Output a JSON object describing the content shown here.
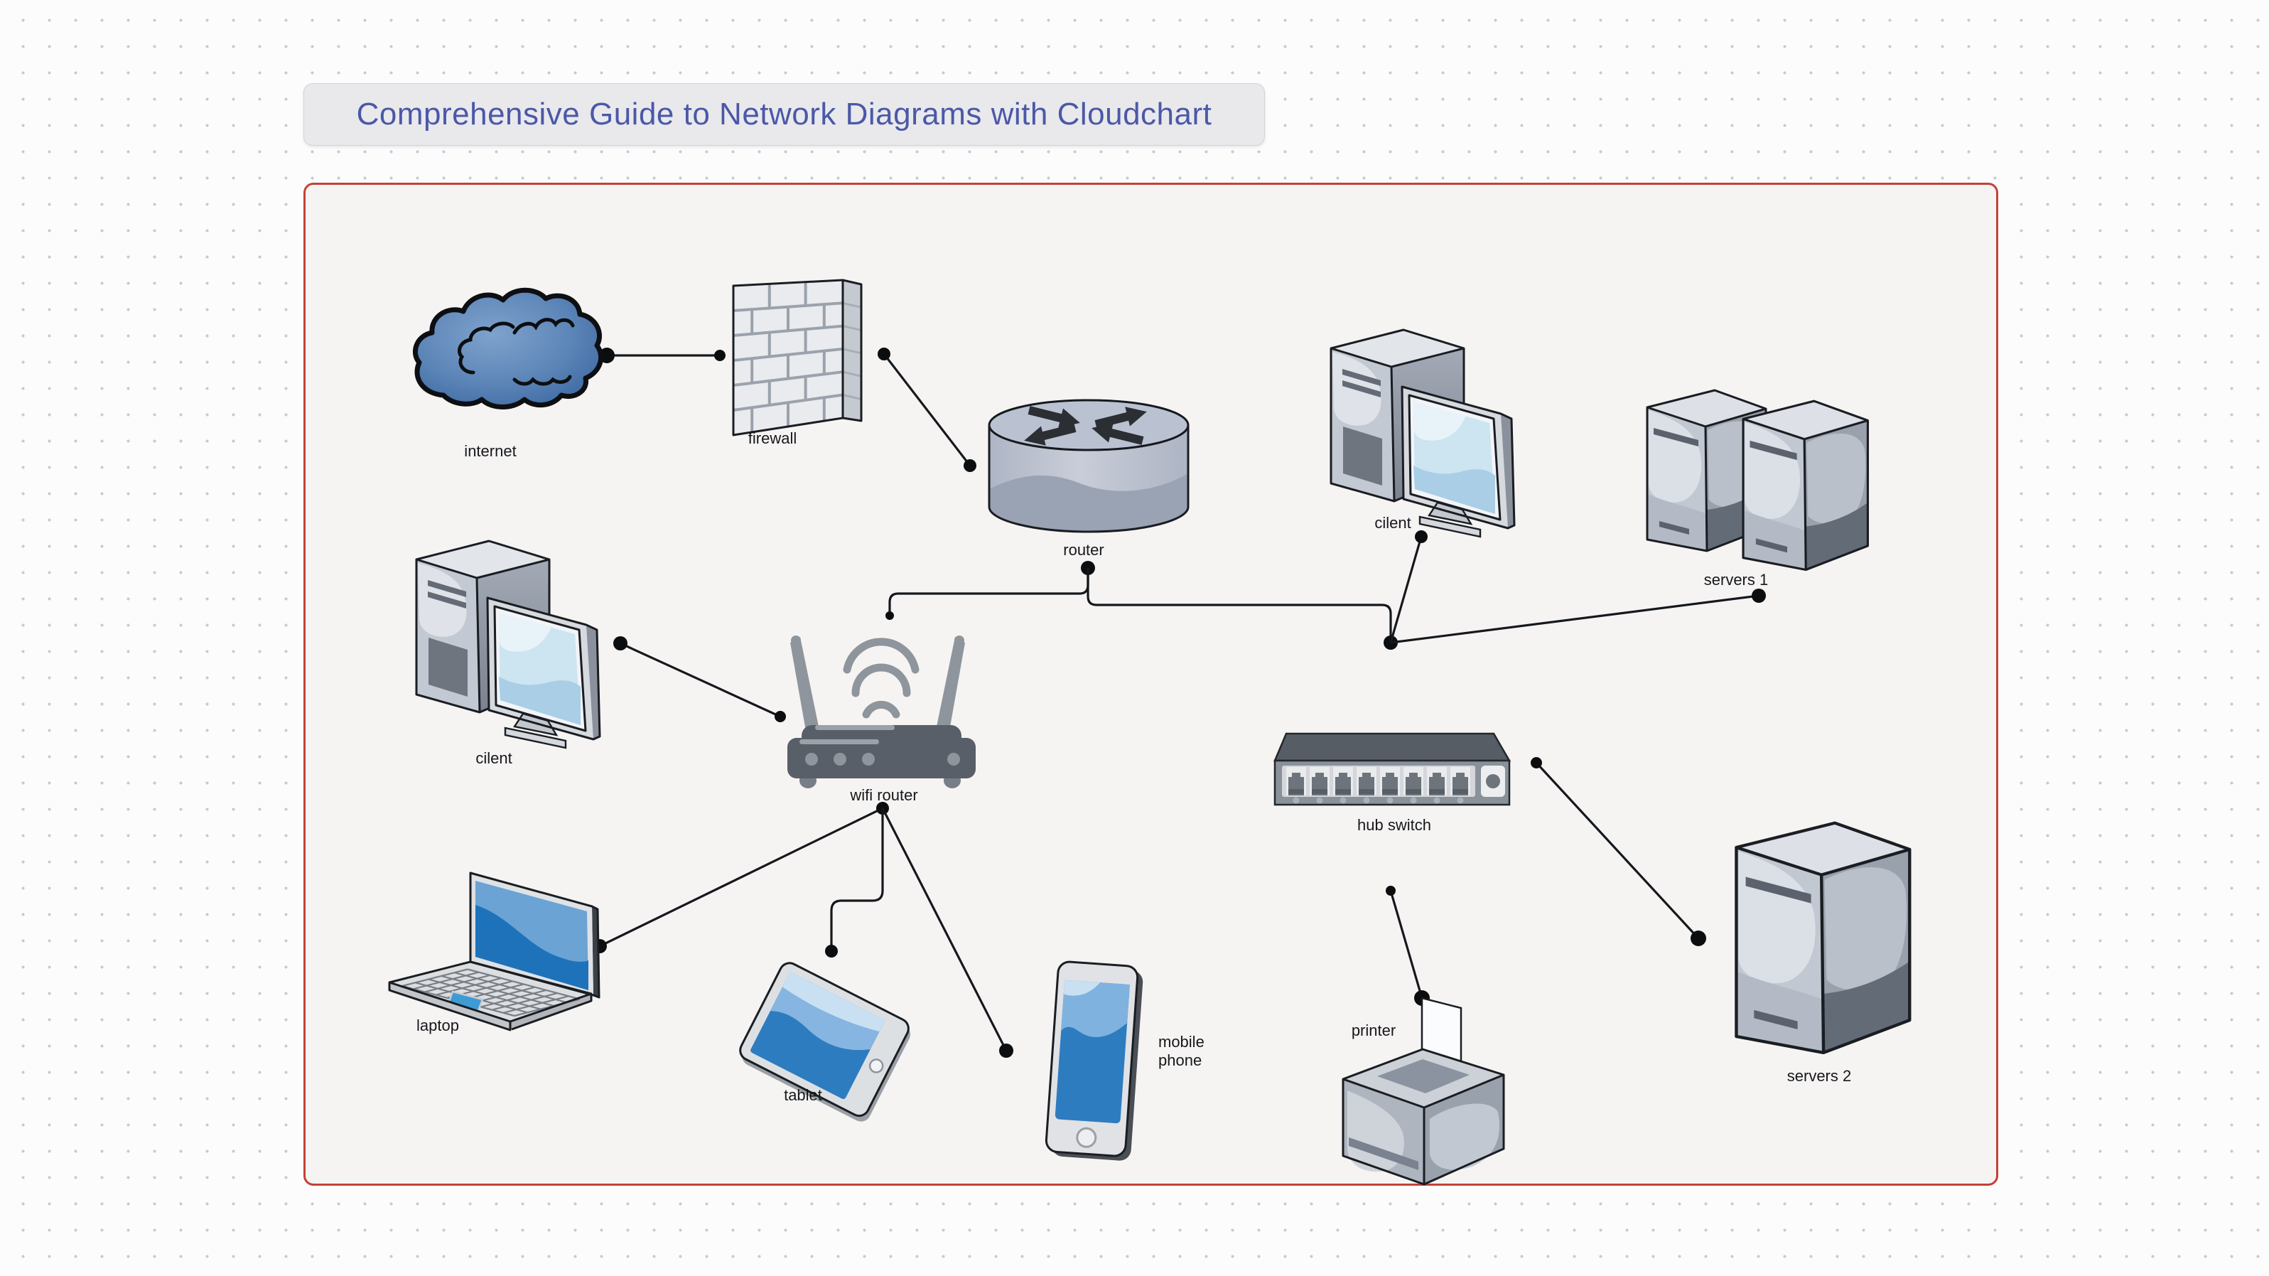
{
  "title": "Comprehensive Guide to Network Diagrams with Cloudchart",
  "theme": {
    "page_background": "#fcfcfd",
    "grid_dot_color": "#c9cad0",
    "canvas_background": "#f6f4f3",
    "canvas_border_color": "#c24238",
    "title_background": "#e9e9ec",
    "title_text_color": "#4b58a8",
    "line_color": "#15181c",
    "label_color": "#16181b",
    "cloud_blue": "#5d87ba",
    "device_screen_blue": "#2e7cc0"
  },
  "nodes": [
    {
      "id": "internet",
      "label": "internet"
    },
    {
      "id": "firewall",
      "label": "firewall"
    },
    {
      "id": "router",
      "label": "router"
    },
    {
      "id": "client-top",
      "label": "cilent"
    },
    {
      "id": "servers-1",
      "label": "servers 1"
    },
    {
      "id": "client-left",
      "label": "cilent"
    },
    {
      "id": "wifi-router",
      "label": "wifi router"
    },
    {
      "id": "hub-switch",
      "label": "hub switch"
    },
    {
      "id": "laptop",
      "label": "laptop"
    },
    {
      "id": "tablet",
      "label": "tablet"
    },
    {
      "id": "mobile-phone",
      "label": "mobile phone"
    },
    {
      "id": "printer",
      "label": "printer"
    },
    {
      "id": "servers-2",
      "label": "servers 2"
    }
  ],
  "edges": [
    {
      "from": "internet",
      "to": "firewall"
    },
    {
      "from": "firewall",
      "to": "router"
    },
    {
      "from": "router",
      "to": "wifi-router"
    },
    {
      "from": "router",
      "to": "client-top"
    },
    {
      "from": "router",
      "to": "servers-1"
    },
    {
      "from": "client-left",
      "to": "wifi-router"
    },
    {
      "from": "wifi-router",
      "to": "laptop"
    },
    {
      "from": "wifi-router",
      "to": "tablet"
    },
    {
      "from": "wifi-router",
      "to": "mobile-phone"
    },
    {
      "from": "hub-switch",
      "to": "servers-2"
    },
    {
      "from": "hub-switch",
      "to": "printer"
    }
  ]
}
